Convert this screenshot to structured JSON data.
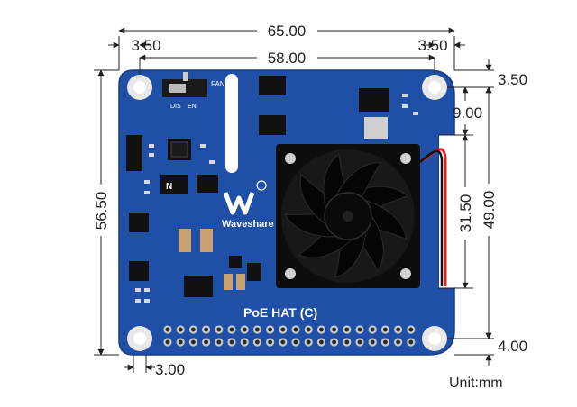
{
  "board": {
    "brand_label": "Waveshare",
    "model_label": "PoE HAT (C)",
    "fan_label": "FAN",
    "switch_dis_label": "DIS",
    "switch_en_label": "EN",
    "chip_label": "N"
  },
  "dimensions": {
    "overall_width": "65.00",
    "hole_spacing_x": "58.00",
    "left_offset": "3.50",
    "right_offset": "3.50",
    "overall_height": "56.50",
    "hole_spacing_y": "49.00",
    "top_offset": "3.50",
    "top_slot": "9.00",
    "slot_length": "31.50",
    "bottom_offset": "4.00",
    "bottom_left_offset": "3.00"
  },
  "unit_label": "Unit:mm",
  "colors": {
    "pcb": "#1f4fa6",
    "pcb_edge": "#143d88",
    "dimension_line": "#222222",
    "fan": "#111111",
    "header_pin": "#2a2a2a"
  }
}
